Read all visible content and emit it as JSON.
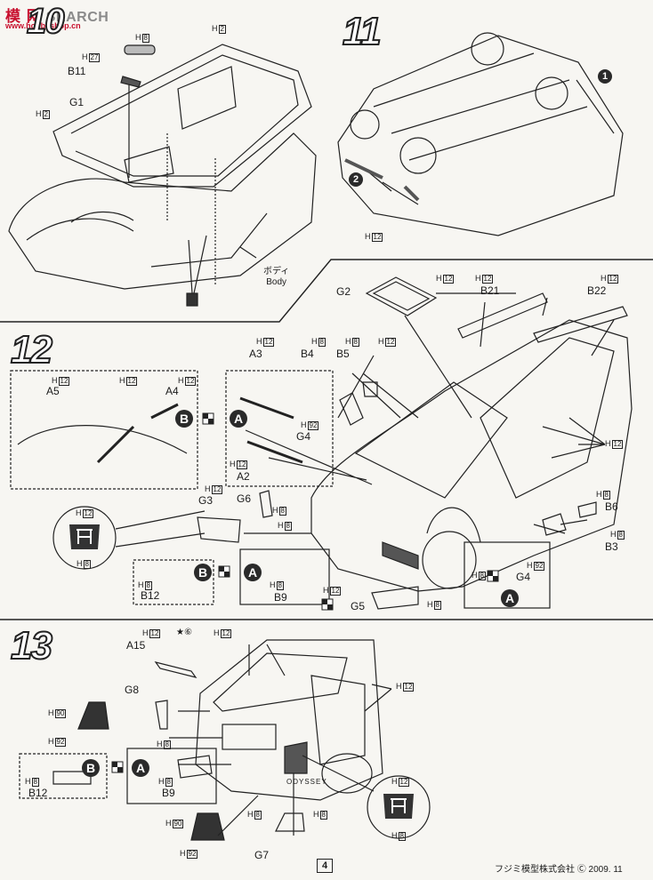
{
  "watermark": {
    "brand": "模 网",
    "search": "SEARCH",
    "url": "www.hobbyshop.cn"
  },
  "steps": {
    "s10": "10",
    "s11": "11",
    "s12": "12",
    "s13": "13"
  },
  "step10": {
    "parts": {
      "b11": "B11",
      "g1": "G1"
    },
    "codes": {
      "h8": "H",
      "h8v": "8",
      "h27": "H",
      "h27v": "27",
      "h2a": "H",
      "h2av": "2",
      "h2b": "H",
      "h2bv": "2"
    },
    "body_jp": "ボディ",
    "body_en": "Body"
  },
  "step11": {
    "codes": {
      "h12": "H",
      "h12v": "12"
    },
    "circle1": "1",
    "circle2": "2"
  },
  "step12": {
    "parts": {
      "g2": "G2",
      "b21": "B21",
      "b22": "B22",
      "a3": "A3",
      "b4": "B4",
      "b5": "B5",
      "a5": "A5",
      "a4": "A4",
      "g4a": "G4",
      "a2": "A2",
      "g6": "G6",
      "g3": "G3",
      "b6": "B6",
      "b3": "B3",
      "b12": "B12",
      "b9": "B9",
      "g5": "G5",
      "g4b": "G4"
    },
    "letters": {
      "b_top": "B",
      "a_top": "A",
      "b_bot": "B",
      "a_bot": "A",
      "a_right": "A"
    },
    "codes": {
      "h12": "H",
      "v12": "12",
      "h8": "H",
      "v8": "8",
      "h92": "H",
      "v92": "92"
    }
  },
  "step13": {
    "parts": {
      "a15": "A15",
      "g8": "G8",
      "b12": "B12",
      "b9": "B9",
      "g7": "G7"
    },
    "star6": "★⑥",
    "odyssey": "ODYSSEY",
    "letters": {
      "b": "B",
      "a": "A"
    },
    "codes": {
      "h12": "H",
      "v12": "12",
      "h8": "H",
      "v8": "8",
      "h90": "H",
      "v90": "90",
      "h92": "H",
      "v92": "92"
    }
  },
  "footer": {
    "page": "4",
    "copyright": "フジミ模型株式会社 Ⓒ 2009. 11"
  }
}
